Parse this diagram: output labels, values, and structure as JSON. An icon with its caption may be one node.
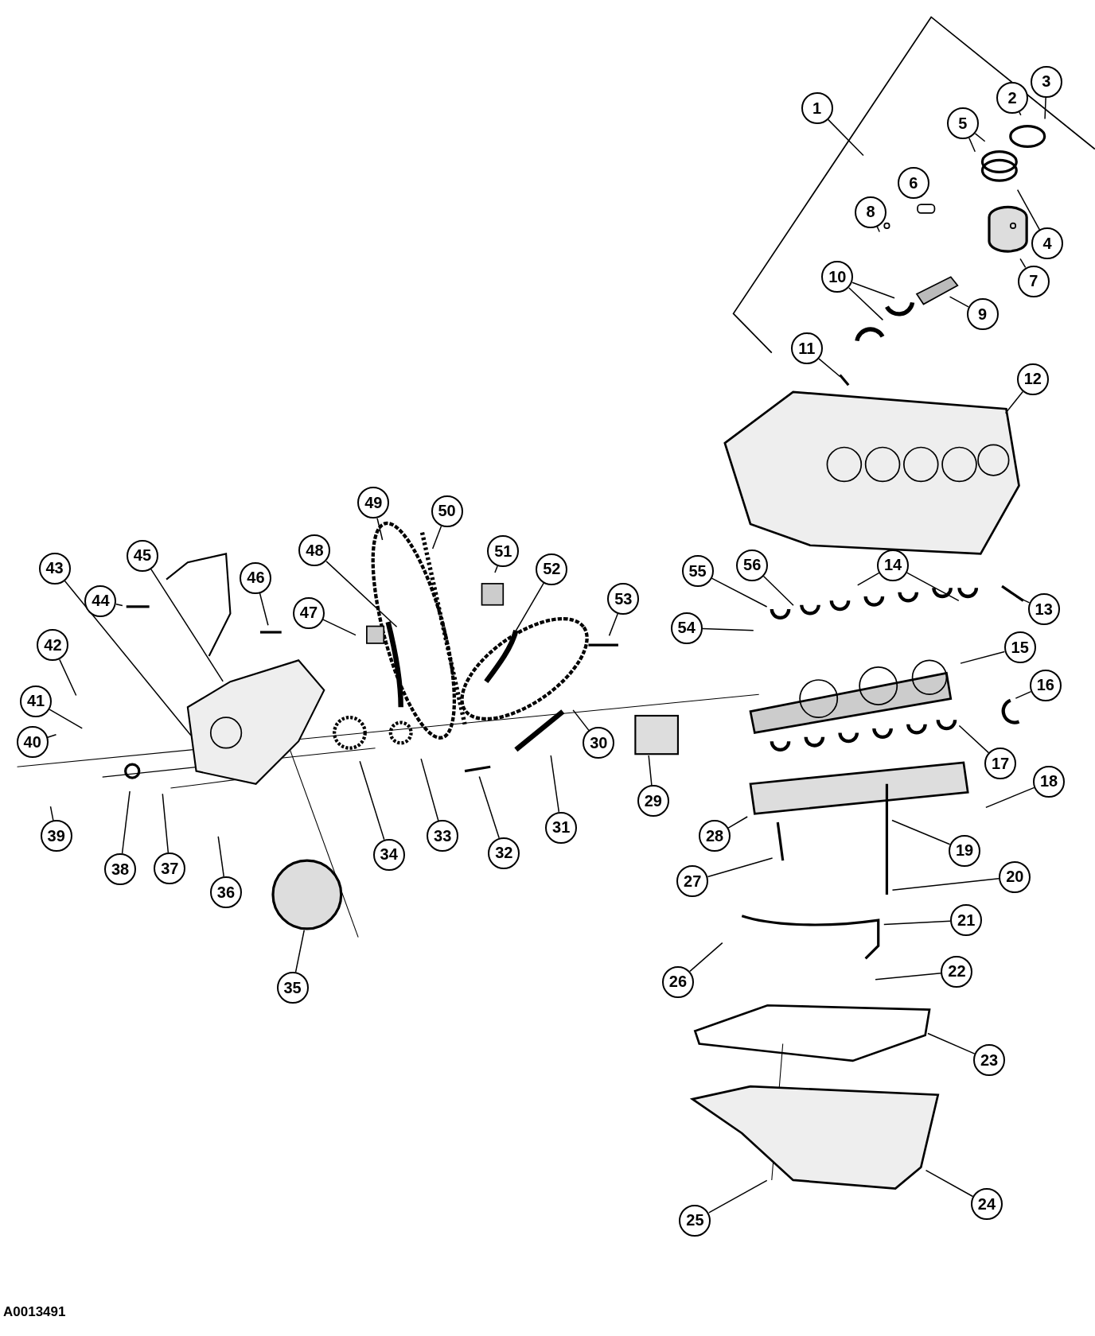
{
  "diagram": {
    "nodes": [
      {
        "text": [
          "1"
        ]
      },
      {
        "text": [
          "2"
        ]
      },
      {
        "text": [
          "3"
        ]
      },
      {
        "text": [
          "4"
        ]
      },
      {
        "text": [
          "5"
        ]
      },
      {
        "text": [
          "6"
        ]
      },
      {
        "text": [
          "7"
        ]
      },
      {
        "text": [
          "8"
        ]
      },
      {
        "text": [
          "9"
        ]
      },
      {
        "text": [
          "10"
        ]
      },
      {
        "text": [
          "11"
        ]
      },
      {
        "text": [
          "12"
        ]
      },
      {
        "text": [
          "13"
        ]
      },
      {
        "text": [
          "14"
        ]
      },
      {
        "text": [
          "15"
        ]
      },
      {
        "text": [
          "16"
        ]
      },
      {
        "text": [
          "17"
        ]
      },
      {
        "text": [
          "18"
        ]
      },
      {
        "text": [
          "19"
        ]
      },
      {
        "text": [
          "20"
        ]
      },
      {
        "text": [
          "21"
        ]
      },
      {
        "text": [
          "22"
        ]
      },
      {
        "text": [
          "23"
        ]
      },
      {
        "text": [
          "24"
        ]
      },
      {
        "text": [
          "25"
        ]
      },
      {
        "text": [
          "26"
        ]
      },
      {
        "text": [
          "27"
        ]
      },
      {
        "text": [
          "28"
        ]
      },
      {
        "text": [
          "29"
        ]
      },
      {
        "text": [
          "30"
        ]
      },
      {
        "text": [
          "31"
        ]
      },
      {
        "text": [
          "32"
        ]
      },
      {
        "text": [
          "33"
        ]
      },
      {
        "text": [
          "34"
        ]
      },
      {
        "text": [
          "35"
        ]
      },
      {
        "text": [
          "36"
        ]
      },
      {
        "text": [
          "37"
        ]
      },
      {
        "text": [
          "38"
        ]
      },
      {
        "text": [
          "39"
        ]
      },
      {
        "text": [
          "40"
        ]
      },
      {
        "text": [
          "41"
        ]
      },
      {
        "text": [
          "42"
        ]
      },
      {
        "text": [
          "43"
        ]
      },
      {
        "text": [
          "44"
        ]
      },
      {
        "text": [
          "45"
        ]
      },
      {
        "text": [
          "46"
        ]
      },
      {
        "text": [
          "47"
        ]
      },
      {
        "text": [
          "48"
        ]
      },
      {
        "text": [
          "49"
        ]
      },
      {
        "text": [
          "50"
        ]
      },
      {
        "text": [
          "51"
        ]
      },
      {
        "text": [
          "52"
        ]
      },
      {
        "text": [
          "53"
        ]
      },
      {
        "text": [
          "54"
        ]
      },
      {
        "text": [
          "55"
        ]
      },
      {
        "text": [
          "56"
        ]
      }
    ],
    "edges": [
      {
        "from": 0,
        "to": null,
        "arrow": "none"
      },
      {
        "from": 1,
        "to": null,
        "arrow": "none"
      },
      {
        "from": 2,
        "to": null,
        "arrow": "none"
      },
      {
        "from": 3,
        "to": null,
        "arrow": "none"
      },
      {
        "from": 4,
        "to": null,
        "arrow": "none"
      },
      {
        "from": 4,
        "to": null,
        "arrow": "none"
      },
      {
        "from": 5,
        "to": null,
        "arrow": "none"
      },
      {
        "from": 6,
        "to": null,
        "arrow": "none"
      },
      {
        "from": 7,
        "to": null,
        "arrow": "none"
      },
      {
        "from": 8,
        "to": null,
        "arrow": "none"
      },
      {
        "from": 9,
        "to": null,
        "arrow": "none"
      },
      {
        "from": 9,
        "to": null,
        "arrow": "none"
      },
      {
        "from": 10,
        "to": null,
        "arrow": "none"
      },
      {
        "from": 11,
        "to": null,
        "arrow": "none"
      },
      {
        "from": 12,
        "to": null,
        "arrow": "none"
      },
      {
        "from": 13,
        "to": null,
        "arrow": "none"
      },
      {
        "from": 13,
        "to": null,
        "arrow": "none"
      },
      {
        "from": 14,
        "to": null,
        "arrow": "none"
      },
      {
        "from": 15,
        "to": null,
        "arrow": "none"
      },
      {
        "from": 16,
        "to": null,
        "arrow": "none"
      },
      {
        "from": 17,
        "to": null,
        "arrow": "none"
      },
      {
        "from": 18,
        "to": null,
        "arrow": "none"
      },
      {
        "from": 19,
        "to": null,
        "arrow": "none"
      },
      {
        "from": 20,
        "to": null,
        "arrow": "none"
      },
      {
        "from": 21,
        "to": null,
        "arrow": "none"
      },
      {
        "from": 22,
        "to": null,
        "arrow": "none"
      },
      {
        "from": 23,
        "to": null,
        "arrow": "none"
      },
      {
        "from": 24,
        "to": null,
        "arrow": "none"
      },
      {
        "from": 25,
        "to": null,
        "arrow": "none"
      },
      {
        "from": 26,
        "to": null,
        "arrow": "none"
      },
      {
        "from": 27,
        "to": null,
        "arrow": "none"
      },
      {
        "from": 28,
        "to": null,
        "arrow": "none"
      },
      {
        "from": 29,
        "to": null,
        "arrow": "none"
      },
      {
        "from": 30,
        "to": null,
        "arrow": "none"
      },
      {
        "from": 31,
        "to": null,
        "arrow": "none"
      },
      {
        "from": 32,
        "to": null,
        "arrow": "none"
      },
      {
        "from": 33,
        "to": null,
        "arrow": "none"
      },
      {
        "from": 34,
        "to": null,
        "arrow": "none"
      },
      {
        "from": 35,
        "to": null,
        "arrow": "none"
      },
      {
        "from": 36,
        "to": null,
        "arrow": "none"
      },
      {
        "from": 37,
        "to": null,
        "arrow": "none"
      },
      {
        "from": 38,
        "to": null,
        "arrow": "none"
      },
      {
        "from": 39,
        "to": null,
        "arrow": "none"
      },
      {
        "from": 40,
        "to": null,
        "arrow": "none"
      },
      {
        "from": 41,
        "to": null,
        "arrow": "none"
      },
      {
        "from": 42,
        "to": null,
        "arrow": "none"
      },
      {
        "from": 43,
        "to": null,
        "arrow": "none"
      },
      {
        "from": 44,
        "to": null,
        "arrow": "none"
      },
      {
        "from": 45,
        "to": null,
        "arrow": "none"
      },
      {
        "from": 46,
        "to": null,
        "arrow": "none"
      },
      {
        "from": 47,
        "to": null,
        "arrow": "none"
      },
      {
        "from": 48,
        "to": null,
        "arrow": "none"
      },
      {
        "from": 49,
        "to": null,
        "arrow": "none"
      },
      {
        "from": 50,
        "to": null,
        "arrow": "none"
      },
      {
        "from": 51,
        "to": null,
        "arrow": "none"
      },
      {
        "from": 52,
        "to": null,
        "arrow": "none"
      },
      {
        "from": 53,
        "to": null,
        "arrow": "none"
      },
      {
        "from": 54,
        "to": null,
        "arrow": "none"
      },
      {
        "from": 55,
        "to": null,
        "arrow": "none"
      }
    ],
    "labels": [
      "A0013491"
    ]
  }
}
